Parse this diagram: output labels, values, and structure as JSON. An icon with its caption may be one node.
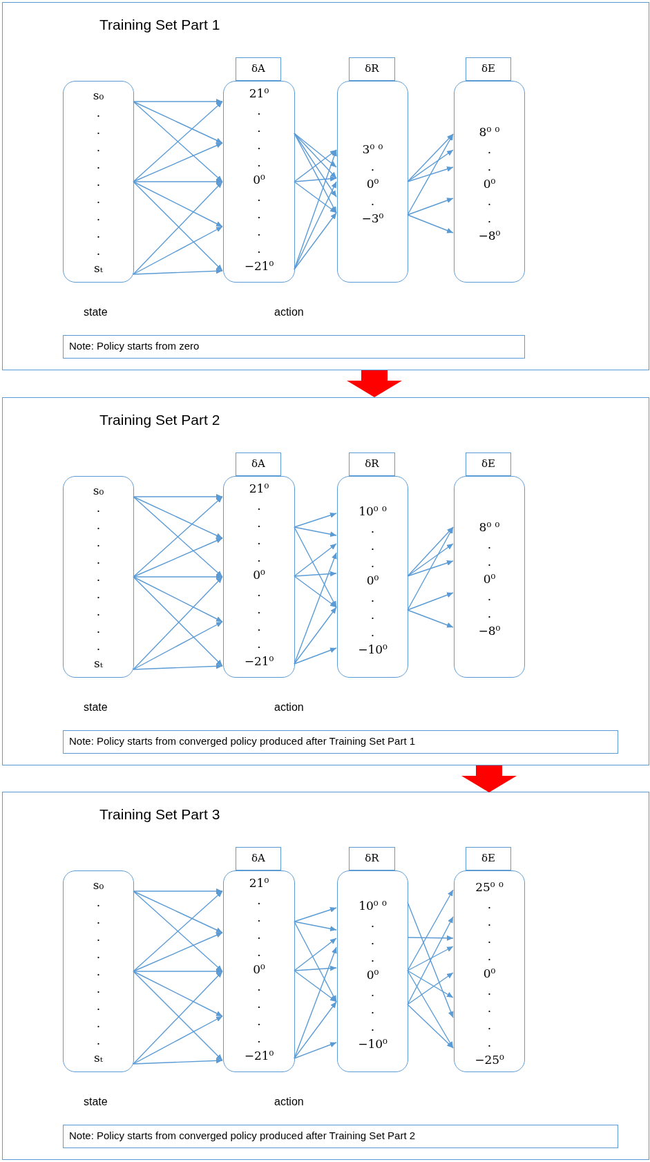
{
  "diagram": {
    "nodes": [
      {
        "text": [
          "Training Set Part 1"
        ]
      },
      {
        "text": [
          "s₀",
          ".",
          ".",
          ".",
          ".",
          ".",
          ".",
          ".",
          ".",
          ".",
          "sₜ"
        ],
        "in": 0
      },
      {
        "text": [
          "δA"
        ],
        "in": 0
      },
      {
        "text": [
          "21⁰",
          ".",
          ".",
          ".",
          ".",
          "0⁰",
          ".",
          ".",
          ".",
          ".",
          "−21⁰"
        ],
        "in": 0
      },
      {
        "text": [
          "δR"
        ],
        "in": 0
      },
      {
        "text": [
          "3⁰ ⁰",
          ".",
          "0⁰",
          ".",
          "−3⁰"
        ],
        "in": 0
      },
      {
        "text": [
          "δE"
        ],
        "in": 0
      },
      {
        "text": [
          "8⁰ ⁰",
          ".",
          ".",
          "0⁰",
          ".",
          ".",
          "−8⁰"
        ],
        "in": 0
      },
      {
        "text": [
          "Note: Policy starts from zero"
        ],
        "in": 0
      },
      {
        "text": [
          "Training Set Part 2"
        ]
      },
      {
        "text": [
          "s₀",
          ".",
          ".",
          ".",
          ".",
          ".",
          ".",
          ".",
          ".",
          ".",
          "sₜ"
        ],
        "in": 9
      },
      {
        "text": [
          "δA"
        ],
        "in": 9
      },
      {
        "text": [
          "21⁰",
          ".",
          ".",
          ".",
          ".",
          "0⁰",
          ".",
          ".",
          ".",
          ".",
          "−21⁰"
        ],
        "in": 9
      },
      {
        "text": [
          "δR"
        ],
        "in": 9
      },
      {
        "text": [
          "10⁰ ⁰",
          ".",
          ".",
          ".",
          "0⁰",
          ".",
          ".",
          ".",
          "−10⁰"
        ],
        "in": 9
      },
      {
        "text": [
          "δE"
        ],
        "in": 9
      },
      {
        "text": [
          "8⁰ ⁰",
          ".",
          ".",
          "0⁰",
          ".",
          ".",
          "−8⁰"
        ],
        "in": 9
      },
      {
        "text": [
          "Note: Policy starts from converged policy produced after Training Set Part 1"
        ],
        "in": 9
      },
      {
        "text": [
          "Training Set Part 3"
        ]
      },
      {
        "text": [
          "s₀",
          ".",
          ".",
          ".",
          ".",
          ".",
          ".",
          ".",
          ".",
          ".",
          "sₜ"
        ],
        "in": 18
      },
      {
        "text": [
          "δA"
        ],
        "in": 18
      },
      {
        "text": [
          "21⁰",
          ".",
          ".",
          ".",
          ".",
          "0⁰",
          ".",
          ".",
          ".",
          ".",
          "−21⁰"
        ],
        "in": 18
      },
      {
        "text": [
          "δR"
        ],
        "in": 18
      },
      {
        "text": [
          "10⁰ ⁰",
          ".",
          ".",
          ".",
          "0⁰",
          ".",
          ".",
          ".",
          "−10⁰"
        ],
        "in": 18
      },
      {
        "text": [
          "δE"
        ],
        "in": 18
      },
      {
        "text": [
          "25⁰ ⁰",
          ".",
          ".",
          ".",
          ".",
          "0⁰",
          ".",
          ".",
          ".",
          ".",
          "−25⁰"
        ],
        "in": 18
      },
      {
        "text": [
          "Note: Policy starts from converged policy produced after Training Set Part 2"
        ],
        "in": 18
      }
    ],
    "edges": [
      {
        "from": 1,
        "to": 3,
        "arrow": "to"
      },
      {
        "from": 1,
        "to": 3,
        "arrow": "to"
      },
      {
        "from": 1,
        "to": 3,
        "arrow": "to"
      },
      {
        "from": 1,
        "to": 3,
        "arrow": "to"
      },
      {
        "from": 1,
        "to": 3,
        "arrow": "to"
      },
      {
        "from": 1,
        "to": 3,
        "arrow": "to"
      },
      {
        "from": 1,
        "to": 3,
        "arrow": "to"
      },
      {
        "from": 1,
        "to": 3,
        "arrow": "to"
      },
      {
        "from": 1,
        "to": 3,
        "arrow": "to"
      },
      {
        "from": 1,
        "to": 3,
        "arrow": "to"
      },
      {
        "from": 1,
        "to": 3,
        "arrow": "to"
      },
      {
        "from": 3,
        "to": 5,
        "arrow": "to"
      },
      {
        "from": 3,
        "to": 5,
        "arrow": "to"
      },
      {
        "from": 3,
        "to": 5,
        "arrow": "to"
      },
      {
        "from": 3,
        "to": 5,
        "arrow": "to"
      },
      {
        "from": 3,
        "to": 5,
        "arrow": "to"
      },
      {
        "from": 3,
        "to": 5,
        "arrow": "to"
      },
      {
        "from": 3,
        "to": 5,
        "arrow": "to"
      },
      {
        "from": 3,
        "to": 5,
        "arrow": "to"
      },
      {
        "from": 3,
        "to": 5,
        "arrow": "to"
      },
      {
        "from": 3,
        "to": 5,
        "arrow": "to"
      },
      {
        "from": 5,
        "to": 7,
        "arrow": "to"
      },
      {
        "from": 5,
        "to": 7,
        "arrow": "to"
      },
      {
        "from": 5,
        "to": 7,
        "arrow": "to"
      },
      {
        "from": 5,
        "to": 7,
        "arrow": "to"
      },
      {
        "from": 5,
        "to": 7,
        "arrow": "to"
      },
      {
        "from": 5,
        "to": 7,
        "arrow": "to"
      },
      {
        "from": 10,
        "to": 12,
        "arrow": "to"
      },
      {
        "from": 10,
        "to": 12,
        "arrow": "to"
      },
      {
        "from": 10,
        "to": 12,
        "arrow": "to"
      },
      {
        "from": 10,
        "to": 12,
        "arrow": "to"
      },
      {
        "from": 10,
        "to": 12,
        "arrow": "to"
      },
      {
        "from": 10,
        "to": 12,
        "arrow": "to"
      },
      {
        "from": 10,
        "to": 12,
        "arrow": "to"
      },
      {
        "from": 10,
        "to": 12,
        "arrow": "to"
      },
      {
        "from": 10,
        "to": 12,
        "arrow": "to"
      },
      {
        "from": 10,
        "to": 12,
        "arrow": "to"
      },
      {
        "from": 10,
        "to": 12,
        "arrow": "to"
      },
      {
        "from": 12,
        "to": 14,
        "arrow": "to"
      },
      {
        "from": 12,
        "to": 14,
        "arrow": "to"
      },
      {
        "from": 12,
        "to": 14,
        "arrow": "to"
      },
      {
        "from": 12,
        "to": 14,
        "arrow": "to"
      },
      {
        "from": 12,
        "to": 14,
        "arrow": "to"
      },
      {
        "from": 12,
        "to": 14,
        "arrow": "to"
      },
      {
        "from": 12,
        "to": 14,
        "arrow": "to"
      },
      {
        "from": 12,
        "to": 14,
        "arrow": "to"
      },
      {
        "from": 12,
        "to": 14,
        "arrow": "to"
      },
      {
        "from": 14,
        "to": 16,
        "arrow": "to"
      },
      {
        "from": 14,
        "to": 16,
        "arrow": "to"
      },
      {
        "from": 14,
        "to": 16,
        "arrow": "to"
      },
      {
        "from": 14,
        "to": 16,
        "arrow": "to"
      },
      {
        "from": 14,
        "to": 16,
        "arrow": "to"
      },
      {
        "from": 14,
        "to": 16,
        "arrow": "to"
      },
      {
        "from": 19,
        "to": 21,
        "arrow": "to"
      },
      {
        "from": 19,
        "to": 21,
        "arrow": "to"
      },
      {
        "from": 19,
        "to": 21,
        "arrow": "to"
      },
      {
        "from": 19,
        "to": 21,
        "arrow": "to"
      },
      {
        "from": 19,
        "to": 21,
        "arrow": "to"
      },
      {
        "from": 19,
        "to": 21,
        "arrow": "to"
      },
      {
        "from": 19,
        "to": 21,
        "arrow": "to"
      },
      {
        "from": 19,
        "to": 21,
        "arrow": "to"
      },
      {
        "from": 19,
        "to": 21,
        "arrow": "to"
      },
      {
        "from": 19,
        "to": 21,
        "arrow": "to"
      },
      {
        "from": 19,
        "to": 21,
        "arrow": "to"
      },
      {
        "from": 21,
        "to": 23,
        "arrow": "to"
      },
      {
        "from": 21,
        "to": 23,
        "arrow": "to"
      },
      {
        "from": 21,
        "to": 23,
        "arrow": "to"
      },
      {
        "from": 21,
        "to": 23,
        "arrow": "to"
      },
      {
        "from": 21,
        "to": 23,
        "arrow": "to"
      },
      {
        "from": 21,
        "to": 23,
        "arrow": "to"
      },
      {
        "from": 21,
        "to": 23,
        "arrow": "to"
      },
      {
        "from": 21,
        "to": 23,
        "arrow": "to"
      },
      {
        "from": 21,
        "to": 23,
        "arrow": "to"
      },
      {
        "from": 23,
        "to": 25,
        "arrow": "to"
      },
      {
        "from": 23,
        "to": 25,
        "arrow": "to"
      },
      {
        "from": 23,
        "to": 25,
        "arrow": "to"
      },
      {
        "from": 23,
        "to": 25,
        "arrow": "to"
      },
      {
        "from": 23,
        "to": 25,
        "arrow": "to"
      },
      {
        "from": 23,
        "to": 25,
        "arrow": "to"
      },
      {
        "from": 23,
        "to": 25,
        "arrow": "to"
      },
      {
        "from": 23,
        "to": 25,
        "arrow": "to"
      },
      {
        "from": 23,
        "to": 25,
        "arrow": "to"
      },
      {
        "from": 0,
        "to": 9,
        "arrow": "to",
        "style": "thick",
        "color": "#ff0000"
      },
      {
        "from": 9,
        "to": 18,
        "arrow": "to",
        "style": "thick",
        "color": "#ff0000"
      }
    ],
    "labels": [
      "state",
      "action",
      "state",
      "action",
      "state",
      "action"
    ]
  }
}
